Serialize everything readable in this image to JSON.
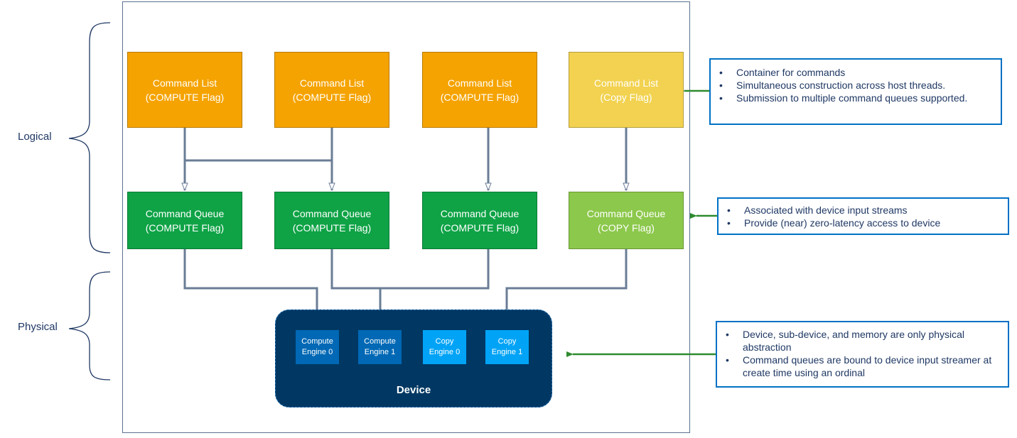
{
  "side_labels": {
    "logical": "Logical",
    "physical": "Physical"
  },
  "command_lists": [
    {
      "text": "Command List\n(COMPUTE Flag)"
    },
    {
      "text": "Command List\n(COMPUTE Flag)"
    },
    {
      "text": "Command List\n(COMPUTE Flag)"
    },
    {
      "text": "Command List\n(Copy Flag)"
    }
  ],
  "command_queues": [
    {
      "text": "Command Queue\n(COMPUTE Flag)"
    },
    {
      "text": "Command Queue\n(COMPUTE Flag)"
    },
    {
      "text": "Command Queue\n(COMPUTE Flag)"
    },
    {
      "text": "Command Queue\n(COPY Flag)"
    }
  ],
  "engines": [
    {
      "text": "Compute\nEngine 0"
    },
    {
      "text": "Compute\nEngine 1"
    },
    {
      "text": "Copy\nEngine 0"
    },
    {
      "text": "Copy\nEngine 1"
    }
  ],
  "device": {
    "label": "Device"
  },
  "callouts": {
    "list_notes": [
      "Container for commands",
      "Simultaneous construction across host threads.",
      "Submission to multiple command queues supported."
    ],
    "queue_notes": [
      "Associated with device input streams",
      "Provide (near) zero-latency access to device"
    ],
    "device_notes": [
      "Device, sub-device, and memory are only physical abstraction",
      "Command queues are bound to device input streamer at create time using an ordinal"
    ]
  },
  "colors": {
    "compute_list": "#f5a300",
    "copy_list": "#f2d250",
    "compute_queue": "#0fa346",
    "copy_queue": "#8cc84b",
    "compute_engine": "#0068b5",
    "copy_engine": "#00a3f6",
    "device": "#003863",
    "callout_border": "#0071c5",
    "green_arrow": "#2e8b2e"
  }
}
